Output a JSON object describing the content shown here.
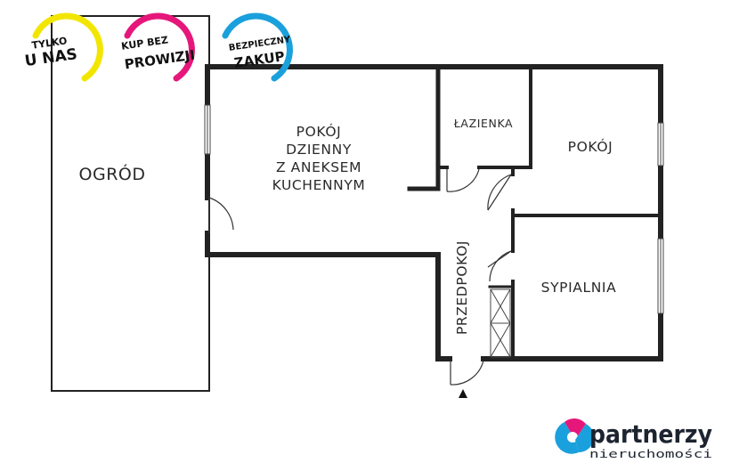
{
  "badges": [
    {
      "line1": "TYLKO",
      "line2": "U NAS",
      "ring_color": "#f2e600"
    },
    {
      "line1": "KUP BEZ",
      "line2": "PROWIZJI",
      "ring_color": "#e6177a"
    },
    {
      "line1": "BEZPIECZNY",
      "line2": "ZAKUP",
      "ring_color": "#1aa0dc"
    }
  ],
  "rooms": {
    "garden": "OGRÓD",
    "living": [
      "POKÓJ",
      "DZIENNY",
      "Z ANEKSEM",
      "KUCHENNYM"
    ],
    "bathroom": "ŁAZIENKA",
    "room": "POKÓJ",
    "bedroom": "SYPIALNIA",
    "hallway": "PRZEDPOKOJ"
  },
  "logo": {
    "name": "partnerzy",
    "subtitle": "nieruchomości",
    "colors": {
      "pink": "#e6177a",
      "blue": "#1aa0dc",
      "dark": "#1d2430"
    }
  }
}
